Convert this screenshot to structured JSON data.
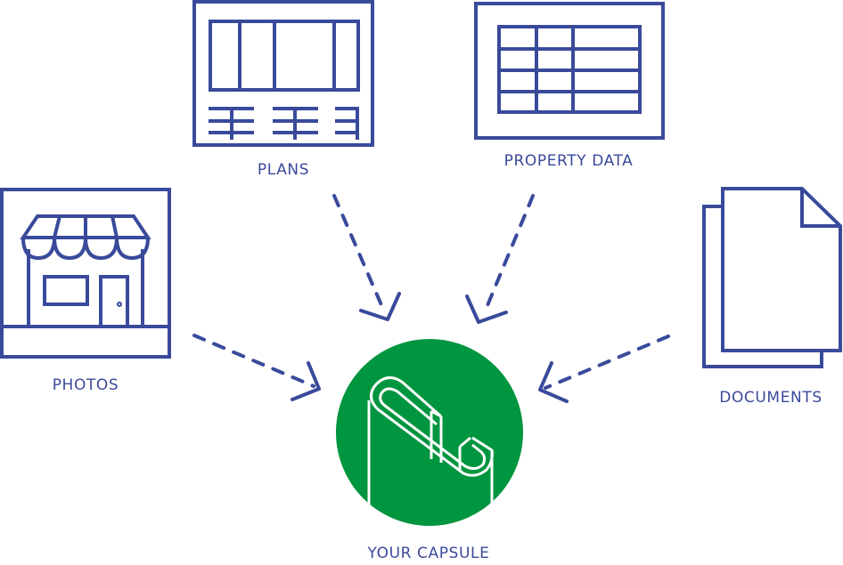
{
  "diagram": {
    "colors": {
      "primary": "#3a4a9b",
      "capsule": "#00953f",
      "background": "#ffffff"
    },
    "sources": [
      {
        "id": "plans",
        "label": "PLANS",
        "icon": "floor-plan-icon"
      },
      {
        "id": "property-data",
        "label": "PROPERTY DATA",
        "icon": "table-grid-icon"
      },
      {
        "id": "photos",
        "label": "PHOTOS",
        "icon": "storefront-icon"
      },
      {
        "id": "documents",
        "label": "DOCUMENTS",
        "icon": "documents-stack-icon"
      }
    ],
    "target": {
      "id": "capsule",
      "label": "YOUR CAPSULE",
      "icon": "capsule-logo-icon"
    },
    "edges": [
      {
        "from": "plans",
        "to": "capsule",
        "style": "dashed-arrow"
      },
      {
        "from": "property-data",
        "to": "capsule",
        "style": "dashed-arrow"
      },
      {
        "from": "photos",
        "to": "capsule",
        "style": "dashed-arrow"
      },
      {
        "from": "documents",
        "to": "capsule",
        "style": "dashed-arrow"
      }
    ]
  }
}
